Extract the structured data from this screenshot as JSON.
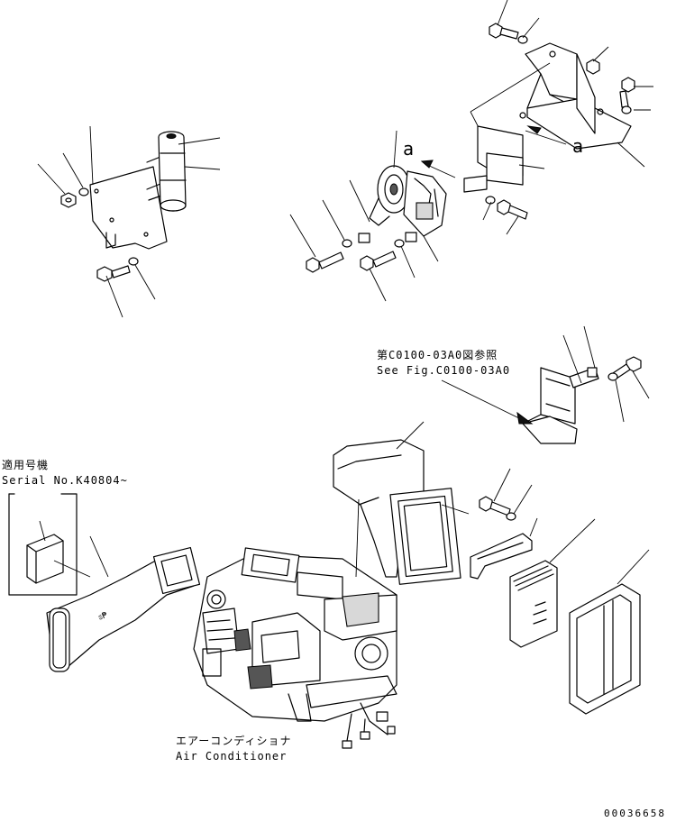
{
  "notes": {
    "fig_ref_jp": "第C0100-03A0図参照",
    "fig_ref_en": "See Fig.C0100-03A0",
    "serial_jp": "適用号機",
    "serial_en": "Serial No.K40804~",
    "unit_jp": "エアーコンディショナ",
    "unit_en": "Air Conditioner"
  },
  "view_refs": {
    "upper": "a",
    "lower": "a"
  },
  "document_number": "00036658",
  "icons": [
    "bolt-icon",
    "washer-icon",
    "nut-icon"
  ]
}
